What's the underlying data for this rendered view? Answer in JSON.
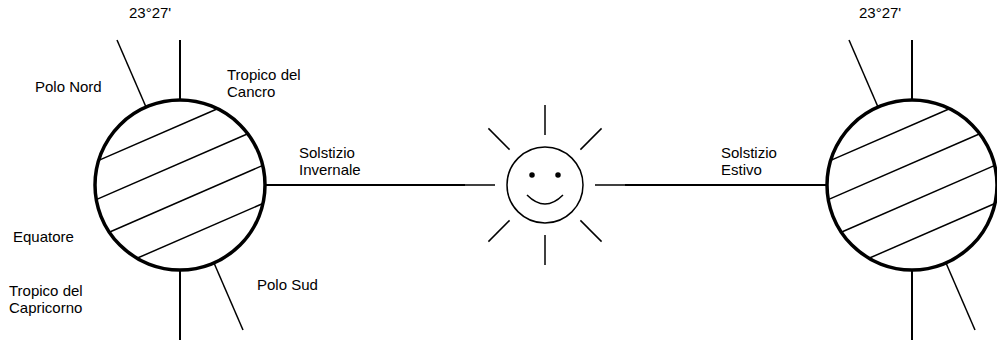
{
  "diagram": {
    "labels": [
      "23°27'",
      "Polo Nord",
      "Tropico del Cancro",
      "Equatore",
      "Tropico del Capricorno",
      "Polo Sud",
      "Solstizio Invernale",
      "23°27'",
      "Solstizio Estivo"
    ]
  }
}
